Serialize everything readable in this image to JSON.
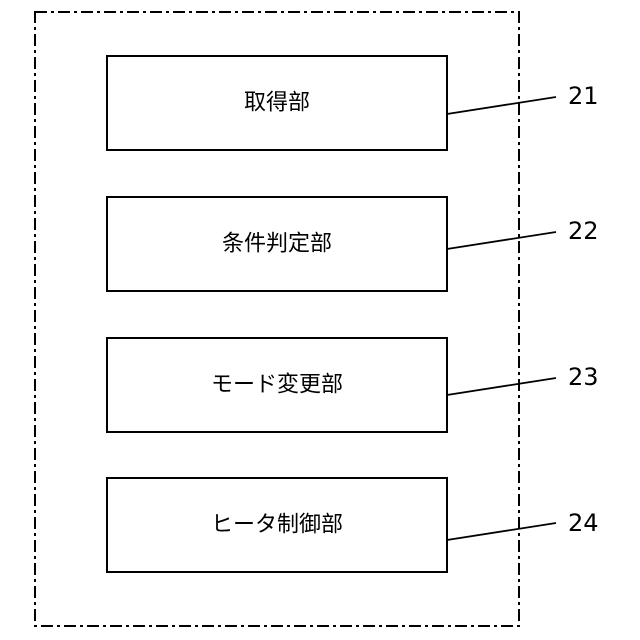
{
  "blocks": [
    {
      "label": "取得部",
      "ref": "21"
    },
    {
      "label": "条件判定部",
      "ref": "22"
    },
    {
      "label": "モード変更部",
      "ref": "23"
    },
    {
      "label": "ヒータ制御部",
      "ref": "24"
    }
  ]
}
